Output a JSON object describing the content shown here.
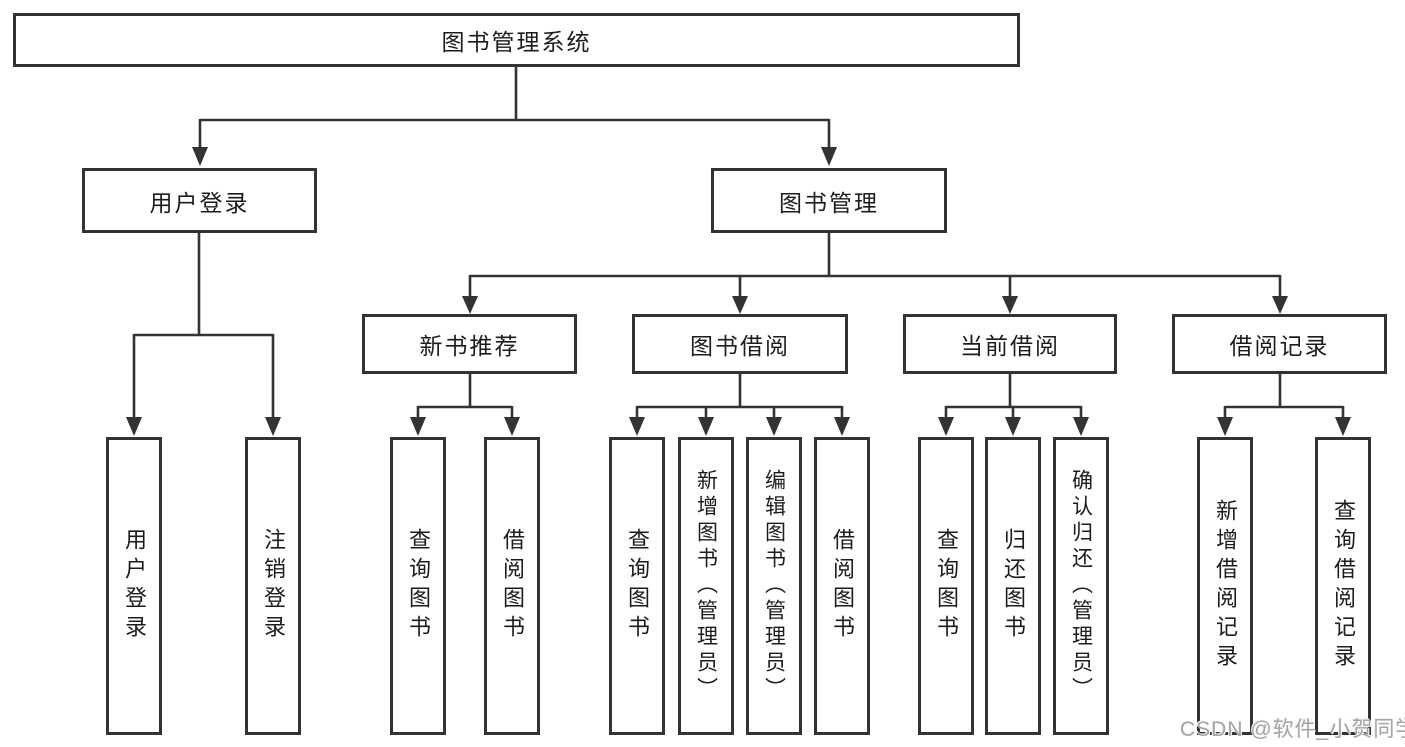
{
  "diagram_type": "hierarchy-diagram",
  "colors": {
    "line": "#333333",
    "box_border": "#333333",
    "box_background": "#ffffff",
    "text": "#1c1c1c",
    "watermark_text": "#a4a4a4",
    "page_background": "#ffffff"
  },
  "watermark": {
    "text": "CSDN @软件_小贺同学"
  },
  "tree": {
    "label": "图书管理系统",
    "children": [
      {
        "label": "用户登录",
        "children": [
          {
            "label": "用户登录"
          },
          {
            "label": "注销登录"
          }
        ]
      },
      {
        "label": "图书管理",
        "children": [
          {
            "label": "新书推荐",
            "children": [
              {
                "label": "查询图书"
              },
              {
                "label": "借阅图书"
              }
            ]
          },
          {
            "label": "图书借阅",
            "children": [
              {
                "label": "查询图书"
              },
              {
                "label": "新增图书（管理员）"
              },
              {
                "label": "编辑图书（管理员）"
              },
              {
                "label": "借阅图书"
              }
            ]
          },
          {
            "label": "当前借阅",
            "children": [
              {
                "label": "查询图书"
              },
              {
                "label": "归还图书"
              },
              {
                "label": "确认归还（管理员）"
              }
            ]
          },
          {
            "label": "借阅记录",
            "children": [
              {
                "label": "新增借阅记录"
              },
              {
                "label": "查询借阅记录"
              }
            ]
          }
        ]
      }
    ]
  }
}
